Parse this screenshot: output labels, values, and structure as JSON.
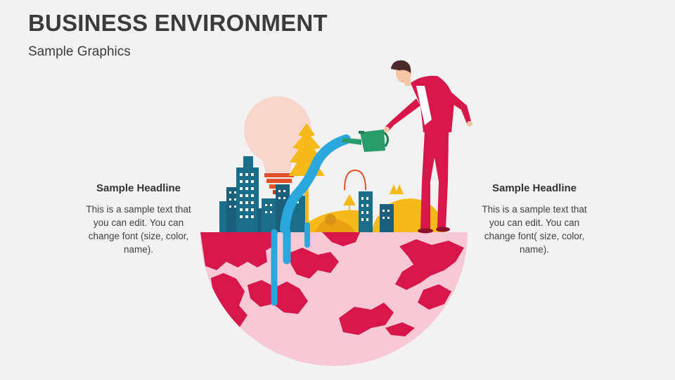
{
  "slide": {
    "title": "BUSINESS ENVIRONMENT",
    "subtitle": "Sample Graphics"
  },
  "left_block": {
    "headline": "Sample Headline",
    "body": "This is a sample text that you can edit. You can change font (size, color, name)."
  },
  "right_block": {
    "headline": "Sample Headline",
    "body": "This is a sample text that you can edit. You can change font( size, color, name)."
  },
  "colors": {
    "crimson": "#d7164a",
    "pink": "#f7c9d6",
    "teal": "#1a6e8a",
    "water": "#2aa8de",
    "yellow": "#f5b91a",
    "bulb": "#f8d6cc",
    "orange": "#e2522a"
  }
}
